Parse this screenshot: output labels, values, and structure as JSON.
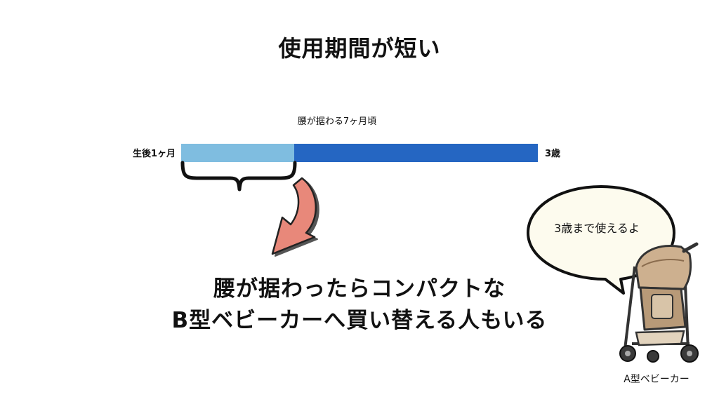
{
  "slide": {
    "title": "使用期間が短い",
    "timeline": {
      "start_label": "生後1ヶ月",
      "mid_label": "腰が据わる7ヶ月頃",
      "end_label": "3歳",
      "colors": {
        "early": "#7fbde0",
        "late": "#2566c2"
      }
    },
    "message": {
      "line1": "腰が据わったらコンパクトな",
      "line2": "B型ベビーカーへ買い替える人もいる"
    },
    "speech_bubble": "3歳まで使えるよ",
    "stroller_label": "A型ベビーカー",
    "icons": [
      "curly-brace-icon",
      "curved-arrow-icon",
      "speech-bubble-icon",
      "stroller-icon"
    ],
    "arrow_color": "#e8887a"
  }
}
